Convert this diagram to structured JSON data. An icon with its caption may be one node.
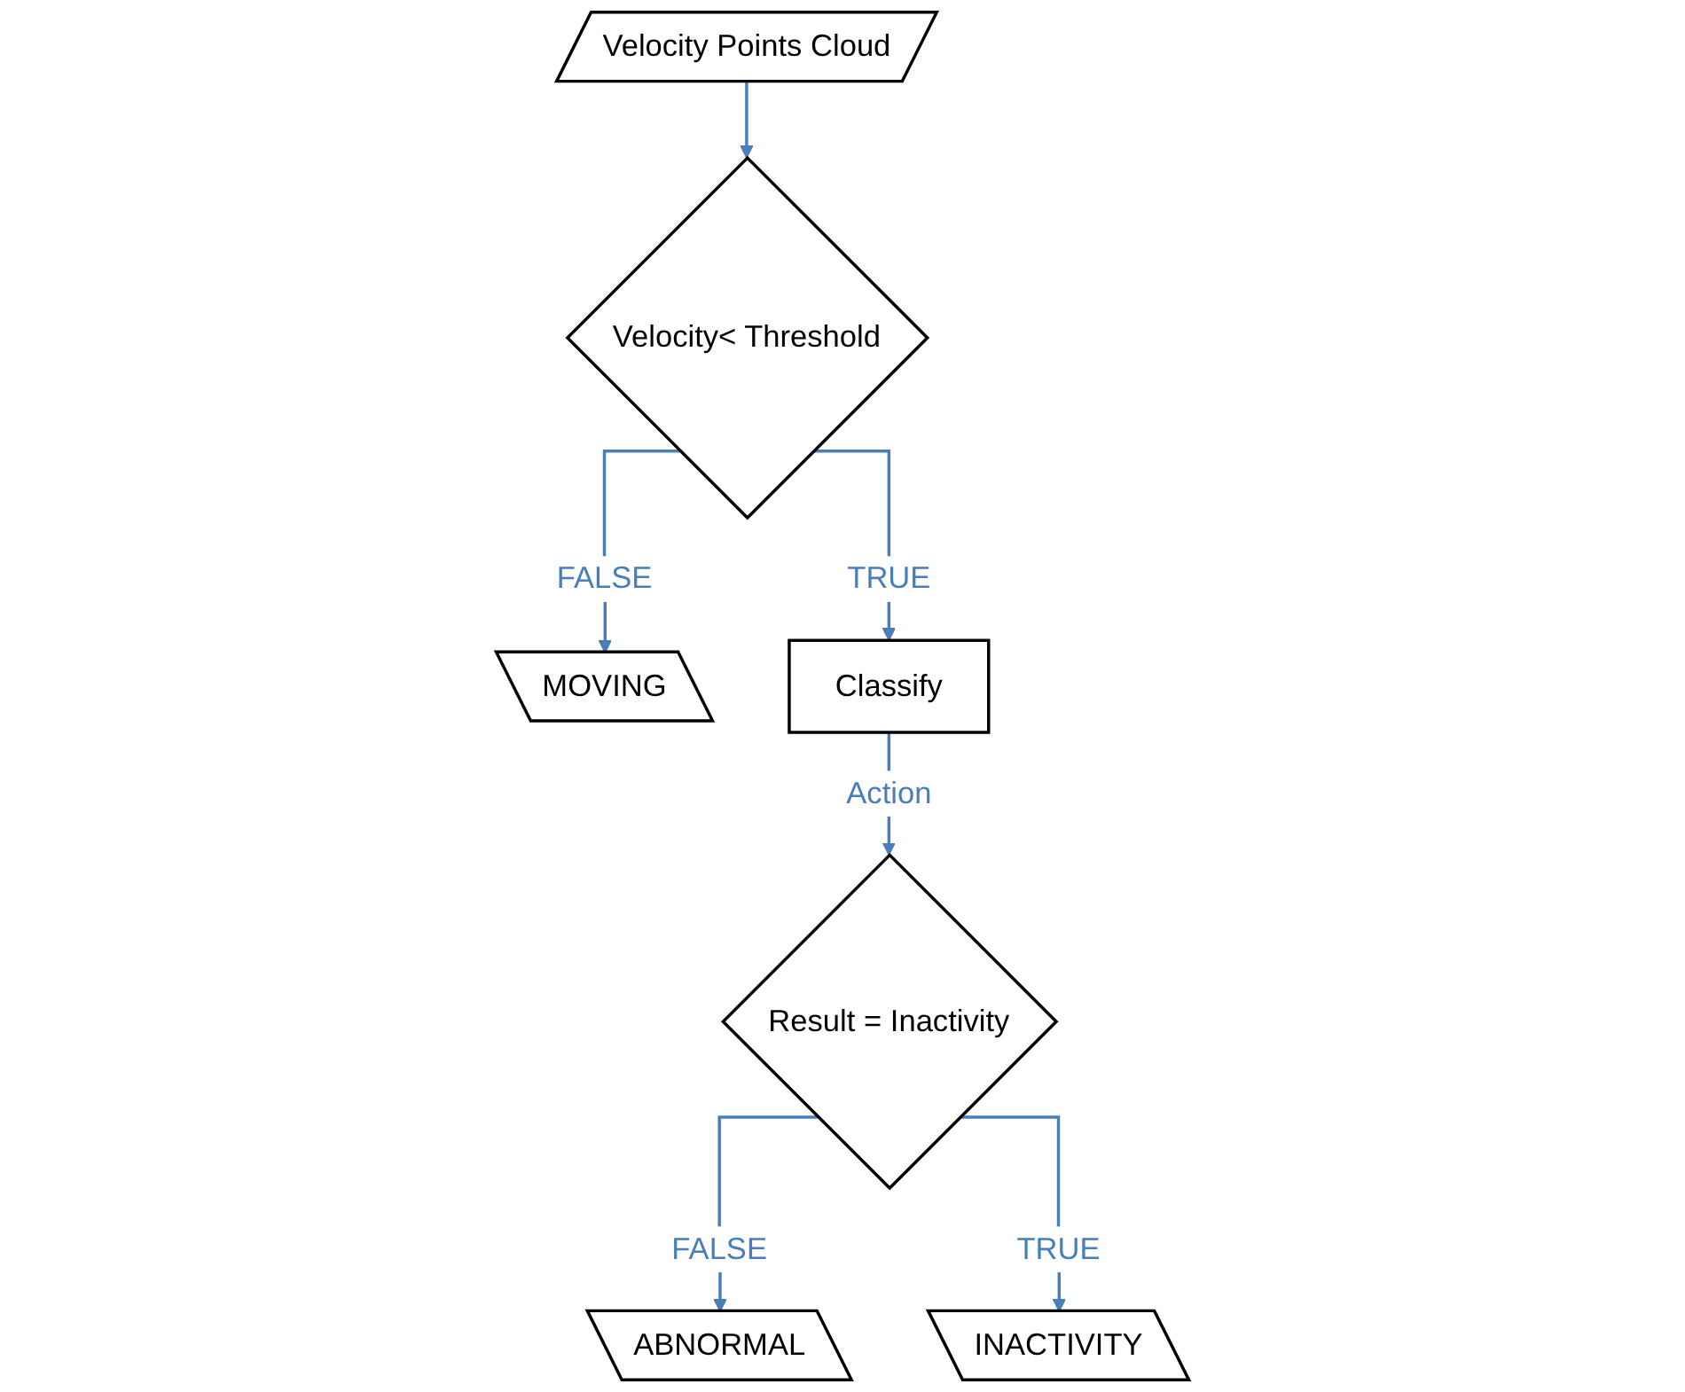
{
  "diagram": {
    "nodes": [
      {
        "text": [
          "Velocity Points Cloud"
        ]
      },
      {
        "text": [
          "Velocity< Threshold"
        ]
      },
      {
        "text": [
          "MOVING"
        ]
      },
      {
        "text": [
          "Classify"
        ]
      },
      {
        "text": [
          "Result = Inactivity"
        ]
      },
      {
        "text": [
          "ABNORMAL"
        ]
      },
      {
        "text": [
          "INACTIVITY"
        ]
      }
    ],
    "edges": [
      {
        "from": 0,
        "to": 1,
        "arrow": "to"
      },
      {
        "from": 1,
        "to": 2,
        "label": "FALSE",
        "arrow": "to"
      },
      {
        "from": 1,
        "to": 3,
        "label": "TRUE",
        "arrow": "to"
      },
      {
        "from": 3,
        "to": 4,
        "label": "Action",
        "arrow": "to"
      },
      {
        "from": 4,
        "to": 5,
        "label": "FALSE",
        "arrow": "to"
      },
      {
        "from": 4,
        "to": 6,
        "label": "TRUE",
        "arrow": "to"
      }
    ]
  }
}
